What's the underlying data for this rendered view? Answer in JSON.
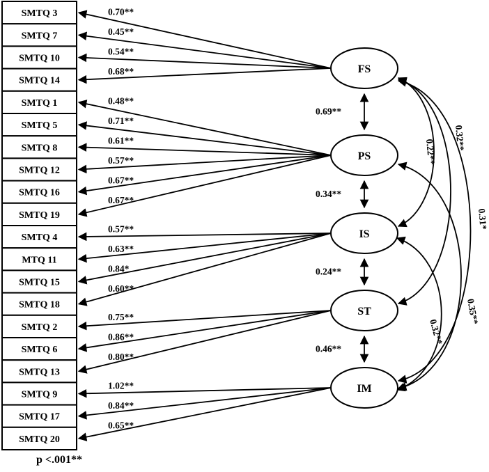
{
  "indicators": [
    "SMTQ 3",
    "SMTQ 7",
    "SMTQ 10",
    "SMTQ 14",
    "SMTQ 1",
    "SMTQ 5",
    "SMTQ 8",
    "SMTQ 12",
    "SMTQ 16",
    "SMTQ 19",
    "SMTQ 4",
    "MTQ 11",
    "SMTQ 15",
    "SMTQ 18",
    "SMTQ 2",
    "SMTQ 6",
    "SMTQ 13",
    "SMTQ 9",
    "SMTQ 17",
    "SMTQ 20"
  ],
  "factors": [
    "FS",
    "PS",
    "IS",
    "ST",
    "IM"
  ],
  "loadings": [
    {
      "factor": 0,
      "item": 0,
      "label": "0.70**"
    },
    {
      "factor": 0,
      "item": 1,
      "label": "0.45**"
    },
    {
      "factor": 0,
      "item": 2,
      "label": "0.54**"
    },
    {
      "factor": 0,
      "item": 3,
      "label": "0.68**"
    },
    {
      "factor": 1,
      "item": 4,
      "label": "0.48**"
    },
    {
      "factor": 1,
      "item": 5,
      "label": "0.71**"
    },
    {
      "factor": 1,
      "item": 6,
      "label": "0.61**"
    },
    {
      "factor": 1,
      "item": 7,
      "label": "0.57**"
    },
    {
      "factor": 1,
      "item": 8,
      "label": "0.67**"
    },
    {
      "factor": 1,
      "item": 9,
      "label": "0.67**"
    },
    {
      "factor": 2,
      "item": 10,
      "label": "0.57**"
    },
    {
      "factor": 2,
      "item": 11,
      "label": "0.63**"
    },
    {
      "factor": 2,
      "item": 12,
      "label": "0.84*"
    },
    {
      "factor": 2,
      "item": 13,
      "label": "0.60**"
    },
    {
      "factor": 3,
      "item": 14,
      "label": "0.75**"
    },
    {
      "factor": 3,
      "item": 15,
      "label": "0.86**"
    },
    {
      "factor": 3,
      "item": 16,
      "label": "0.80**"
    },
    {
      "factor": 4,
      "item": 17,
      "label": "1.02**"
    },
    {
      "factor": 4,
      "item": 18,
      "label": "0.84**"
    },
    {
      "factor": 4,
      "item": 19,
      "label": "0.65**"
    }
  ],
  "correlations": {
    "adjacent": [
      {
        "from": 0,
        "to": 1,
        "label": "0.69**"
      },
      {
        "from": 1,
        "to": 2,
        "label": "0.34**"
      },
      {
        "from": 2,
        "to": 3,
        "label": "0.24**"
      },
      {
        "from": 3,
        "to": 4,
        "label": "0.46**"
      }
    ],
    "curved": [
      {
        "from": 0,
        "to": 2,
        "label": "0.22**"
      },
      {
        "from": 0,
        "to": 3,
        "label": "0.32**"
      },
      {
        "from": 0,
        "to": 4,
        "label": "0.31*"
      },
      {
        "from": 1,
        "to": 4,
        "label": "0.35**"
      },
      {
        "from": 2,
        "to": 4,
        "label": "0.32**"
      }
    ]
  },
  "footnote": "p <.001**"
}
